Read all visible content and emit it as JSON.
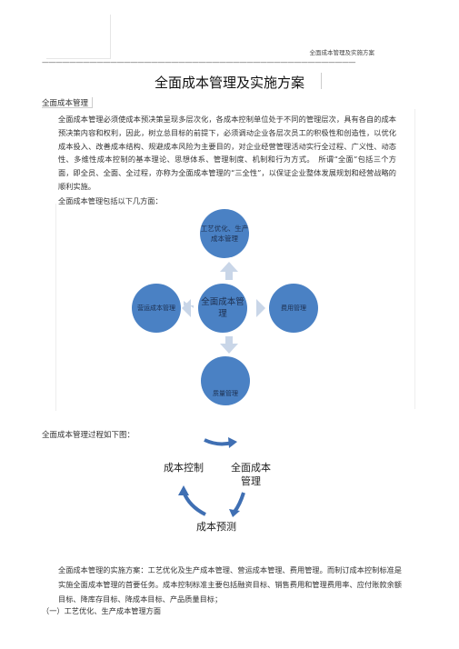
{
  "header": {
    "doc_title": "全面成本管理及实施方案"
  },
  "title": "全面成本管理及实施方案",
  "section_label": "全面成本管理",
  "paragraph": "全面成本管理必须使成本预决策呈现多层次化，各成本控制单位处于不同的管理层次，具有各自的成本预决策内容和权利，因此，树立总目标的前提下，必须调动企业各层次员工的积极性和创造性，以优化成本投入、改善成本结构、规避成本风险为主要目的，对企业经营管理活动实行全过程、广义性、动态性、多维性成本控制的基本理论、思想体系、管理制度、机制和行为方式。　所谓“全面”包括三个方面，即全员、全面、全过程，亦称为全面成本管理的“三全性”，以保证企业整体发展规划和经营战略的顺利实施。",
  "intro_line": "全面成本管理包括以下几方面：",
  "diagram": {
    "center": "全面成本管理",
    "top": "工艺优化、生产成本管理",
    "left": "营运成本管理",
    "right": "费用管理",
    "bottom": "质量管理"
  },
  "process_label": "全面成本管理过程如下图：",
  "cycle": {
    "left": "成本控制",
    "right": "全面成本管理",
    "bottom": "成本预测"
  },
  "bottom_paragraph": "全面成本管理的实施方案：工艺优化及生产成本管理、营运成本管理、费用管理。而制订成本控制标准是实施全面成本管理的首要任务。成本控制标准主要包括融资目标、销售费用和管理费用率、应付账款余额目标、降库存目标、降成本目标、产品质量目标；",
  "sub_heading": "（一）工艺优化、生产成本管理方面",
  "colors": {
    "circle": "#4a81c4",
    "arrow": "#c9d6e8",
    "cycle_arrow": "#3f6fb3"
  }
}
